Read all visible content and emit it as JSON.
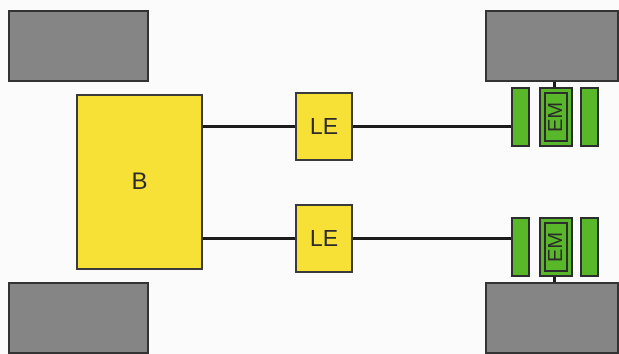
{
  "diagram": {
    "battery": {
      "label": "B"
    },
    "inverters": [
      {
        "label": "LE"
      },
      {
        "label": "LE"
      }
    ],
    "motors": [
      {
        "label": "EM"
      },
      {
        "label": "EM"
      }
    ]
  },
  "colors": {
    "wheel": "#858585",
    "component_yellow": "#f7e136",
    "motor_green": "#58b82a",
    "wire": "#1c1c1c",
    "outline": "#333333"
  }
}
